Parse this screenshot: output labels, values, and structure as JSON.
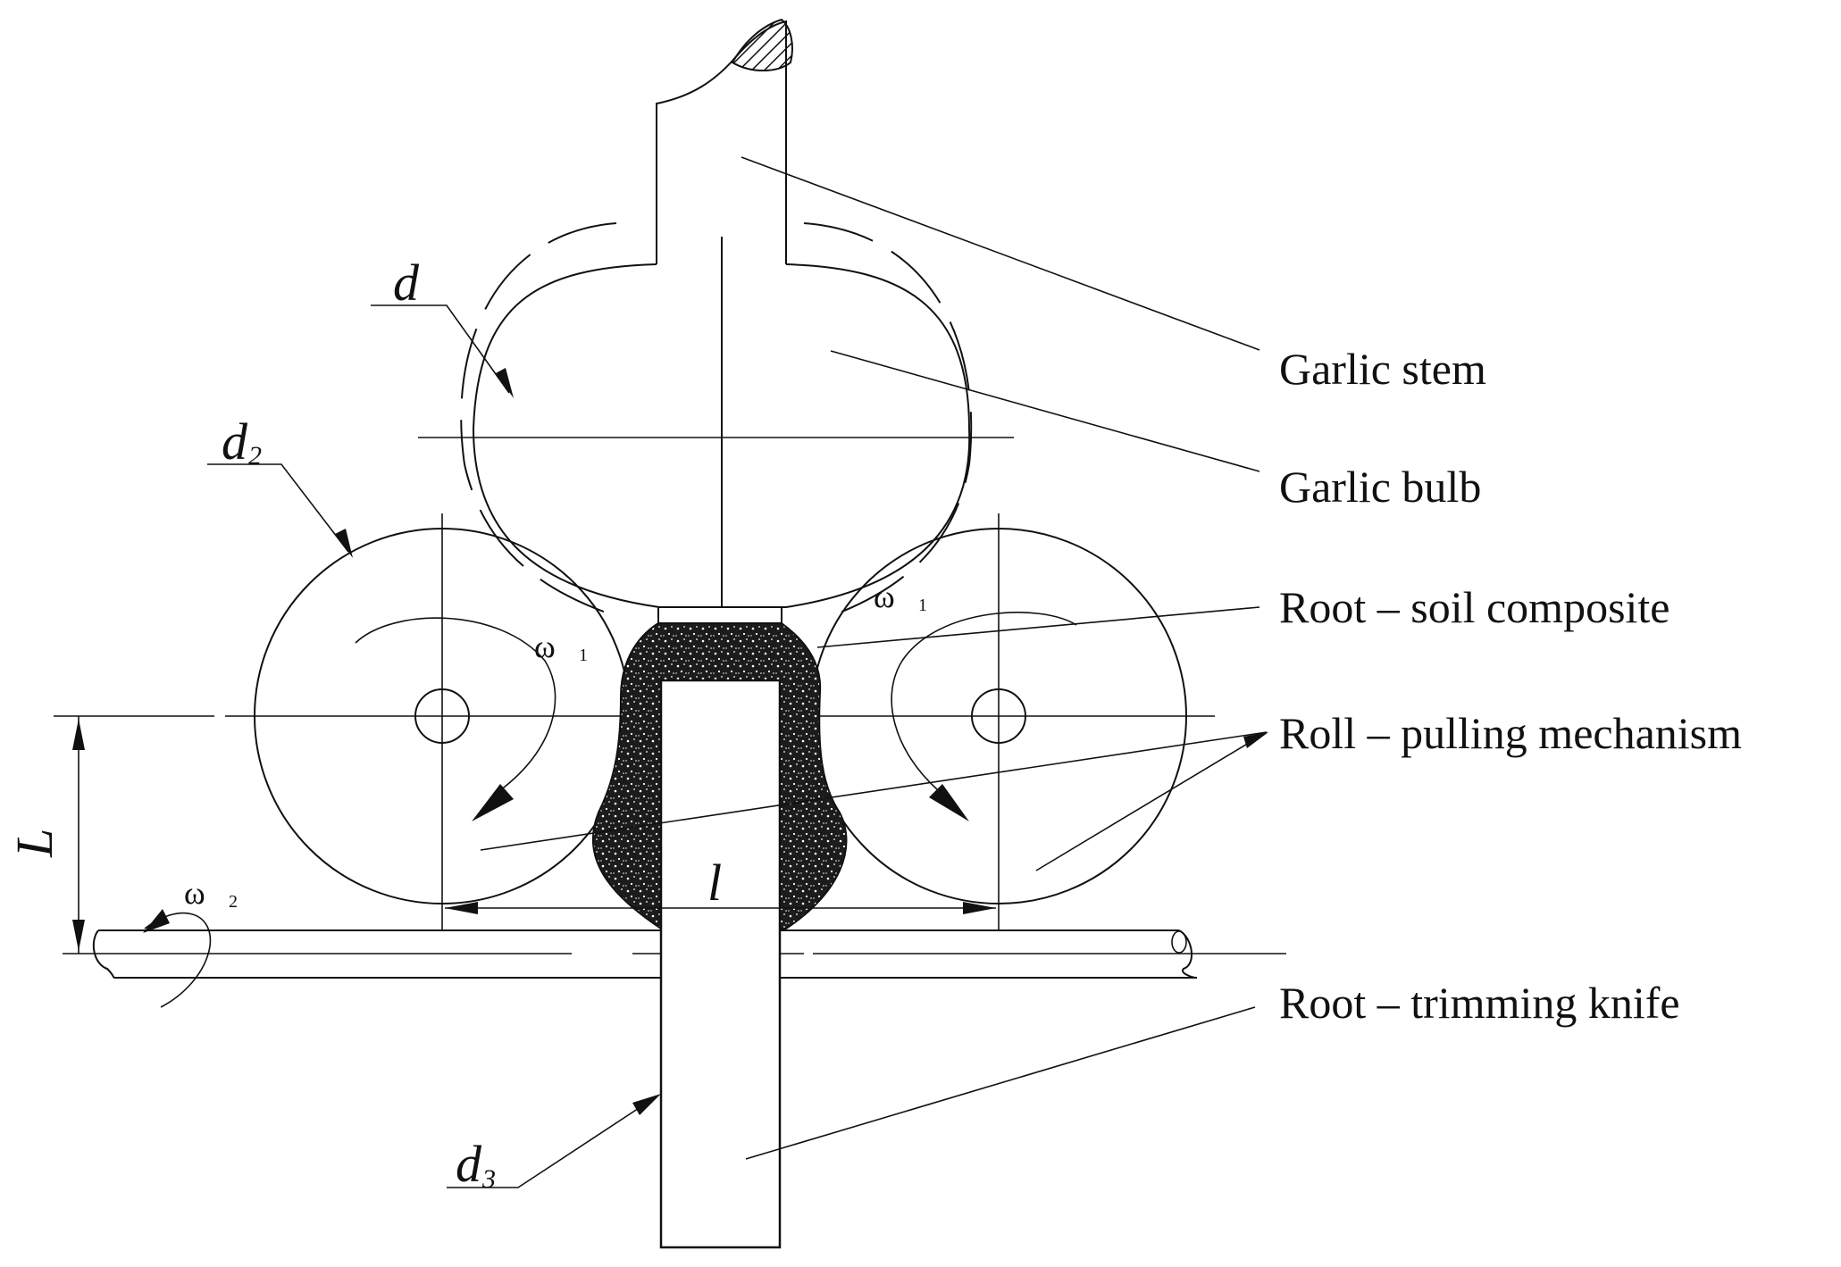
{
  "labels": {
    "garlic_stem": "Garlic stem",
    "garlic_bulb": "Garlic bulb",
    "root_soil_composite": "Root – soil composite",
    "roll_pulling_mechanism": "Roll – pulling mechanism",
    "root_trimming_knife": "Root – trimming knife"
  },
  "symbols": {
    "d": "d",
    "d2": "d",
    "d2_sub": "2",
    "d3": "d",
    "d3_sub": "3",
    "L": "L",
    "l": "l",
    "omega1_left": "ω",
    "omega1_left_sub": "1",
    "omega1_right": "ω",
    "omega1_right_sub": "1",
    "omega2": "ω",
    "omega2_sub": "2"
  },
  "colors": {
    "line": "#111111",
    "composite_fill": "#1a1a1a",
    "background": "#ffffff"
  }
}
